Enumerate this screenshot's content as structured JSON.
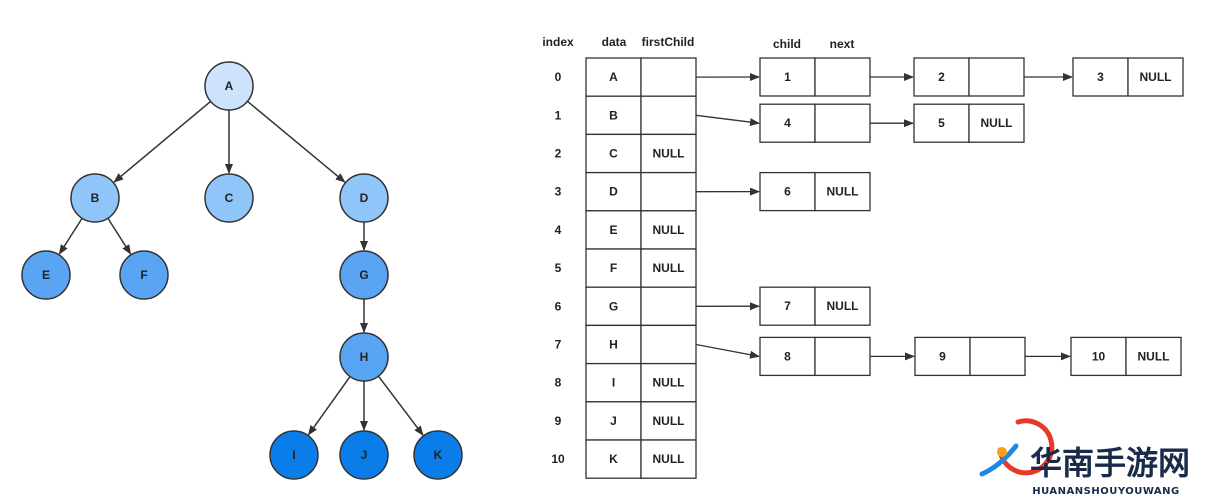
{
  "tree": {
    "nodes": [
      {
        "id": "A",
        "label": "A",
        "color": "#cce3fb"
      },
      {
        "id": "B",
        "label": "B",
        "color": "#8fc5f8"
      },
      {
        "id": "C",
        "label": "C",
        "color": "#8fc5f8"
      },
      {
        "id": "D",
        "label": "D",
        "color": "#8fc5f8"
      },
      {
        "id": "E",
        "label": "E",
        "color": "#5aa5f3"
      },
      {
        "id": "F",
        "label": "F",
        "color": "#5aa5f3"
      },
      {
        "id": "G",
        "label": "G",
        "color": "#5aa5f3"
      },
      {
        "id": "H",
        "label": "H",
        "color": "#5aa5f3"
      },
      {
        "id": "I",
        "label": "I",
        "color": "#0b7de8"
      },
      {
        "id": "J",
        "label": "J",
        "color": "#0b7de8"
      },
      {
        "id": "K",
        "label": "K",
        "color": "#0b7de8"
      }
    ],
    "edges": [
      [
        "A",
        "B"
      ],
      [
        "A",
        "C"
      ],
      [
        "A",
        "D"
      ],
      [
        "B",
        "E"
      ],
      [
        "B",
        "F"
      ],
      [
        "D",
        "G"
      ],
      [
        "G",
        "H"
      ],
      [
        "H",
        "I"
      ],
      [
        "H",
        "J"
      ],
      [
        "H",
        "K"
      ]
    ]
  },
  "table": {
    "headers": {
      "index": "index",
      "data": "data",
      "first_child": "firstChild"
    },
    "rows": [
      {
        "index": "0",
        "data": "A",
        "first_child": ""
      },
      {
        "index": "1",
        "data": "B",
        "first_child": ""
      },
      {
        "index": "2",
        "data": "C",
        "first_child": "NULL"
      },
      {
        "index": "3",
        "data": "D",
        "first_child": ""
      },
      {
        "index": "4",
        "data": "E",
        "first_child": "NULL"
      },
      {
        "index": "5",
        "data": "F",
        "first_child": "NULL"
      },
      {
        "index": "6",
        "data": "G",
        "first_child": ""
      },
      {
        "index": "7",
        "data": "H",
        "first_child": ""
      },
      {
        "index": "8",
        "data": "I",
        "first_child": "NULL"
      },
      {
        "index": "9",
        "data": "J",
        "first_child": "NULL"
      },
      {
        "index": "10",
        "data": "K",
        "first_child": "NULL"
      }
    ]
  },
  "lists": {
    "headers": {
      "child": "child",
      "next": "next"
    },
    "chains": [
      {
        "row": "0",
        "nodes": [
          {
            "child": "1",
            "next": ""
          },
          {
            "child": "2",
            "next": ""
          },
          {
            "child": "3",
            "next": "NULL"
          }
        ]
      },
      {
        "row": "1",
        "nodes": [
          {
            "child": "4",
            "next": ""
          },
          {
            "child": "5",
            "next": "NULL"
          }
        ]
      },
      {
        "row": "3",
        "nodes": [
          {
            "child": "6",
            "next": "NULL"
          }
        ]
      },
      {
        "row": "6",
        "nodes": [
          {
            "child": "7",
            "next": "NULL"
          }
        ]
      },
      {
        "row": "7",
        "nodes": [
          {
            "child": "8",
            "next": ""
          },
          {
            "child": "9",
            "next": ""
          },
          {
            "child": "10",
            "next": "NULL"
          }
        ]
      }
    ]
  },
  "watermark": {
    "text_cn": "华南手游网",
    "text_en": "HUANANSHOUYOUWANG",
    "colors": {
      "text": "#1a2a4a",
      "logo_red": "#e83828",
      "logo_blue": "#1e88e5",
      "logo_orange": "#f7a21b"
    }
  },
  "colors": {
    "stroke": "#333333",
    "text": "#222222"
  }
}
